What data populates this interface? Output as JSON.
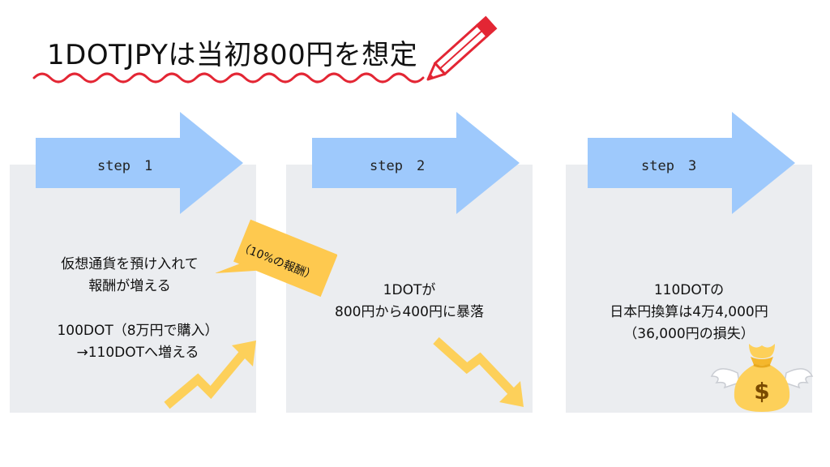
{
  "title": "1DOTJPYは当初800円を想定",
  "steps": [
    {
      "label": "step　1",
      "text_a": "仮想通貨を預け入れて\n報酬が増える",
      "text_b": "100DOT（8万円で購入）\n→110DOTへ増える"
    },
    {
      "label": "step　2",
      "text": "1DOTが\n800円から400円に暴落"
    },
    {
      "label": "step　3",
      "text": "110DOTの\n日本円換算は4万4,000円\n（36,000円の損失）"
    }
  ],
  "note": "（10%の報酬）",
  "colors": {
    "arrow": "#9ec9fc",
    "panel": "#ebedf0",
    "accent_red": "#e32634",
    "trend_yellow": "#fdd05a",
    "note_yellow": "#fec94f"
  },
  "icons": [
    "pencil-icon",
    "trend-up-icon",
    "trend-down-icon",
    "money-bag-icon"
  ]
}
